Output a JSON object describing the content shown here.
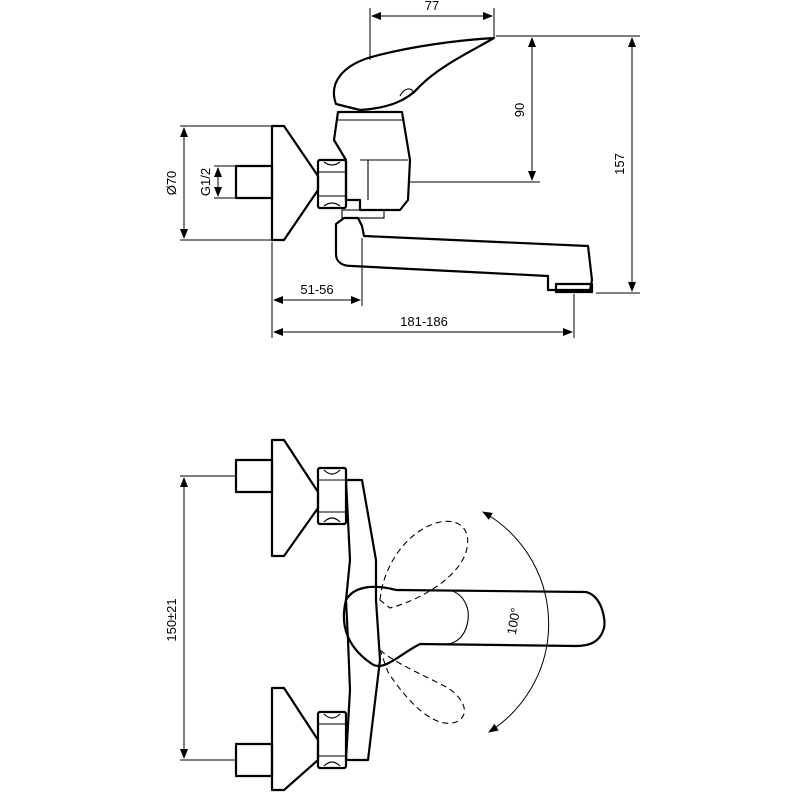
{
  "drawing": {
    "side_view": {
      "dim_handle_length": "77",
      "dim_handle_height": "90",
      "dim_total_height": "157",
      "dim_flange_diameter": "Ø70",
      "dim_thread": "G1/2",
      "dim_axis_offset": "51-56",
      "dim_total_reach": "181-186"
    },
    "top_view": {
      "dim_center_distance": "150±21",
      "dim_lever_angle": "100°"
    }
  }
}
